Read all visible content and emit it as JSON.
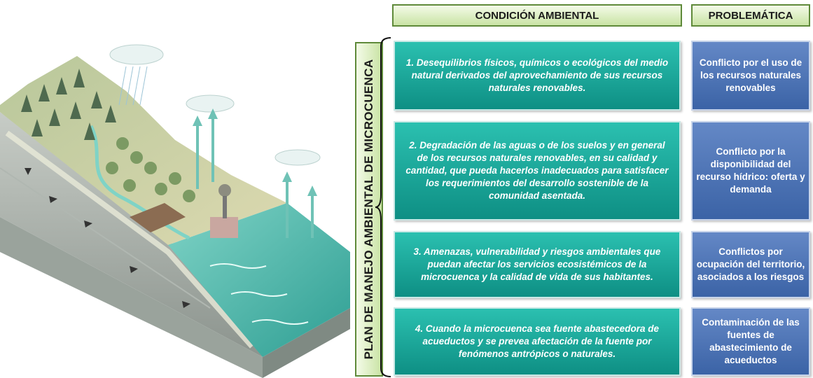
{
  "headers": {
    "condicion": "CONDICIÓN AMBIENTAL",
    "problematica": "PROBLEMÁTICA"
  },
  "side_label": "PLAN DE MANEJO AMBIENTAL DE MICROCUENCA",
  "rows": [
    {
      "condicion": "1. Desequilibrios físicos, químicos o ecológicos del medio natural derivados del aprovechamiento de sus recursos naturales renovables.",
      "problematica": "Conflicto por el uso de los recursos naturales renovables"
    },
    {
      "condicion": "2. Degradación de las aguas o de los suelos y en general de los recursos naturales renovables, en su calidad y cantidad, que pueda hacerlos inadecuados para satisfacer los requerimientos del desarrollo sostenible de la comunidad asentada.",
      "problematica": "Conflicto por la disponibilidad del recurso hídrico:  oferta y demanda"
    },
    {
      "condicion": "3. Amenazas, vulnerabilidad y riesgos ambientales que puedan afectar los servicios ecosistémicos de la microcuenca y la calidad de vida de sus habitantes.",
      "problematica": "Conflictos por ocupación del territorio, asociados a los riesgos"
    },
    {
      "condicion": "4. Cuando la microcuenca sea fuente abastecedora de acueductos y se prevea afectación de la fuente por fenómenos antrópicos o naturales.",
      "problematica": "Contaminación de las fuentes de abastecimiento de acueductos"
    }
  ],
  "colors": {
    "header_fill": "#c9e3a4",
    "header_border": "#5f8a3a",
    "condition_fill": "#14a396",
    "problem_fill": "#4a72b5"
  }
}
